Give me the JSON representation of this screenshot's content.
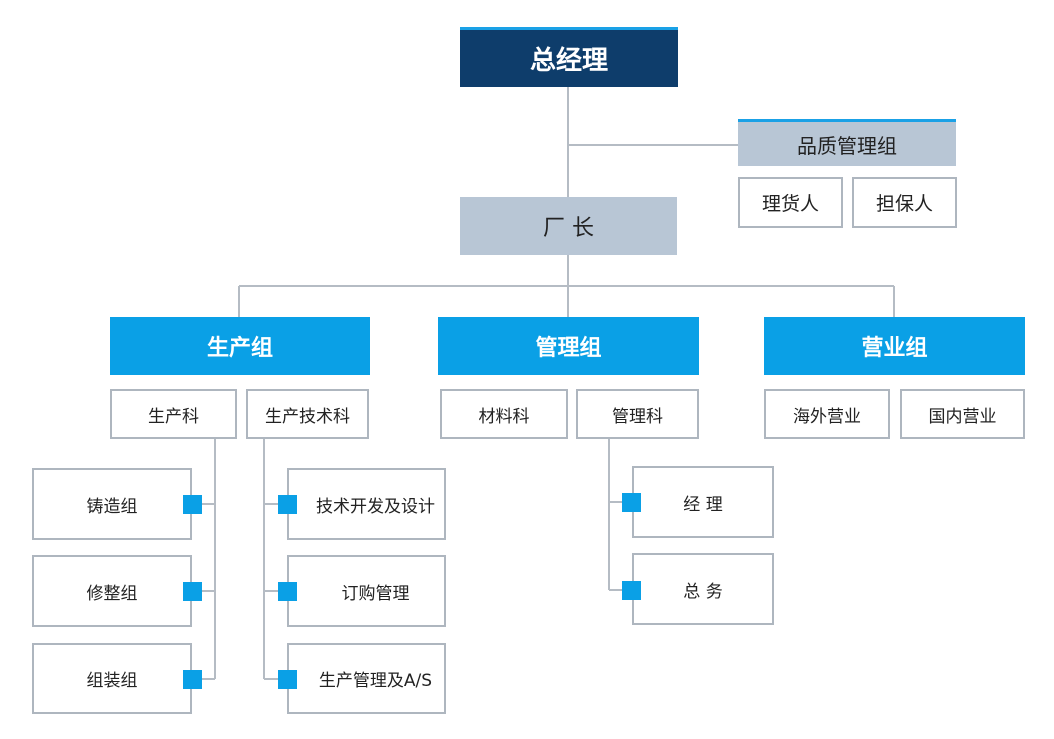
{
  "top": {
    "general_manager": "总经理"
  },
  "qa": {
    "title": "品质管理组",
    "members": [
      "理货人",
      "担保人"
    ]
  },
  "factory": {
    "title": "厂 长"
  },
  "groups": [
    {
      "title": "生产组",
      "sections": [
        {
          "title": "生产科",
          "items": [
            "铸造组",
            "修整组",
            "组装组"
          ]
        },
        {
          "title": "生产技术科",
          "items": [
            "技术开发及设计",
            "订购管理",
            "生产管理及A/S"
          ]
        }
      ]
    },
    {
      "title": "管理组",
      "sections": [
        {
          "title": "材料科",
          "items": []
        },
        {
          "title": "管理科",
          "items": [
            "经 理",
            "总 务"
          ]
        }
      ]
    },
    {
      "title": "营业组",
      "sections": [
        {
          "title": "海外营业",
          "items": []
        },
        {
          "title": "国内营业",
          "items": []
        }
      ]
    }
  ]
}
